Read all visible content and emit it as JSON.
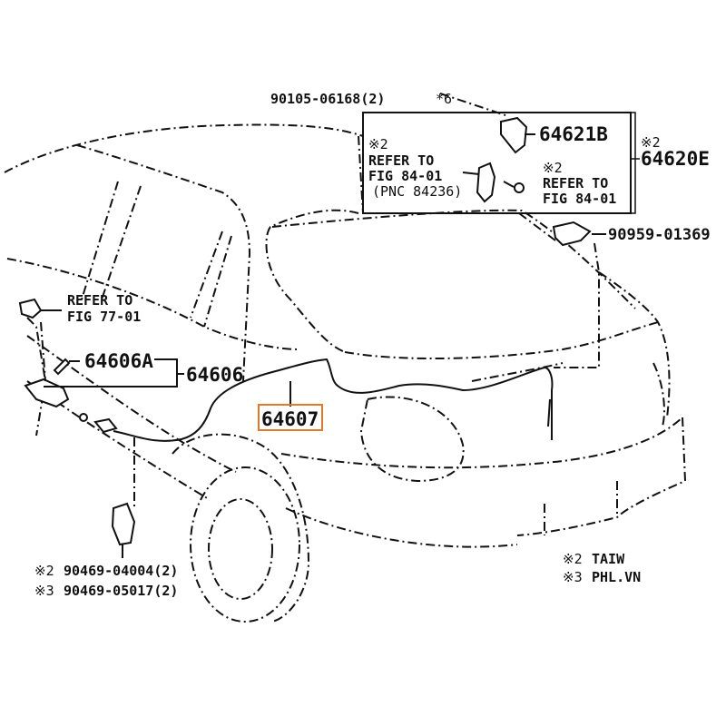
{
  "labels": {
    "top_bolt": "90105-06168(2)",
    "top_bolt_tag": "*6",
    "inset_ref_mark": "※2",
    "inset_refer_to": "REFER TO",
    "inset_fig": "FIG 84-01",
    "inset_pnc": "(PNC 84236)",
    "lock_part": "64621B",
    "right_ref_mark": "※2",
    "right_part": "64620E",
    "inset_ref2_mark": "※2",
    "inset_refer2_to": "REFER TO",
    "inset_fig2": "FIG 84-01",
    "clip_part": "90959-01369",
    "refer_left": "REFER TO",
    "fig_left": "FIG 77-01",
    "sub_part": "64606A",
    "assy_part": "64606",
    "highlight_part": "64607",
    "screw1_mark": "※2",
    "screw1": "90469-04004(2)",
    "screw2_mark": "※3",
    "screw2": "90469-05017(2)",
    "note1_mark": "※2",
    "note1": "TAIW",
    "note2_mark": "※3",
    "note2": "PHL.VN"
  },
  "colors": {
    "highlight_box": "#e07a2a",
    "ink": "#111111"
  }
}
